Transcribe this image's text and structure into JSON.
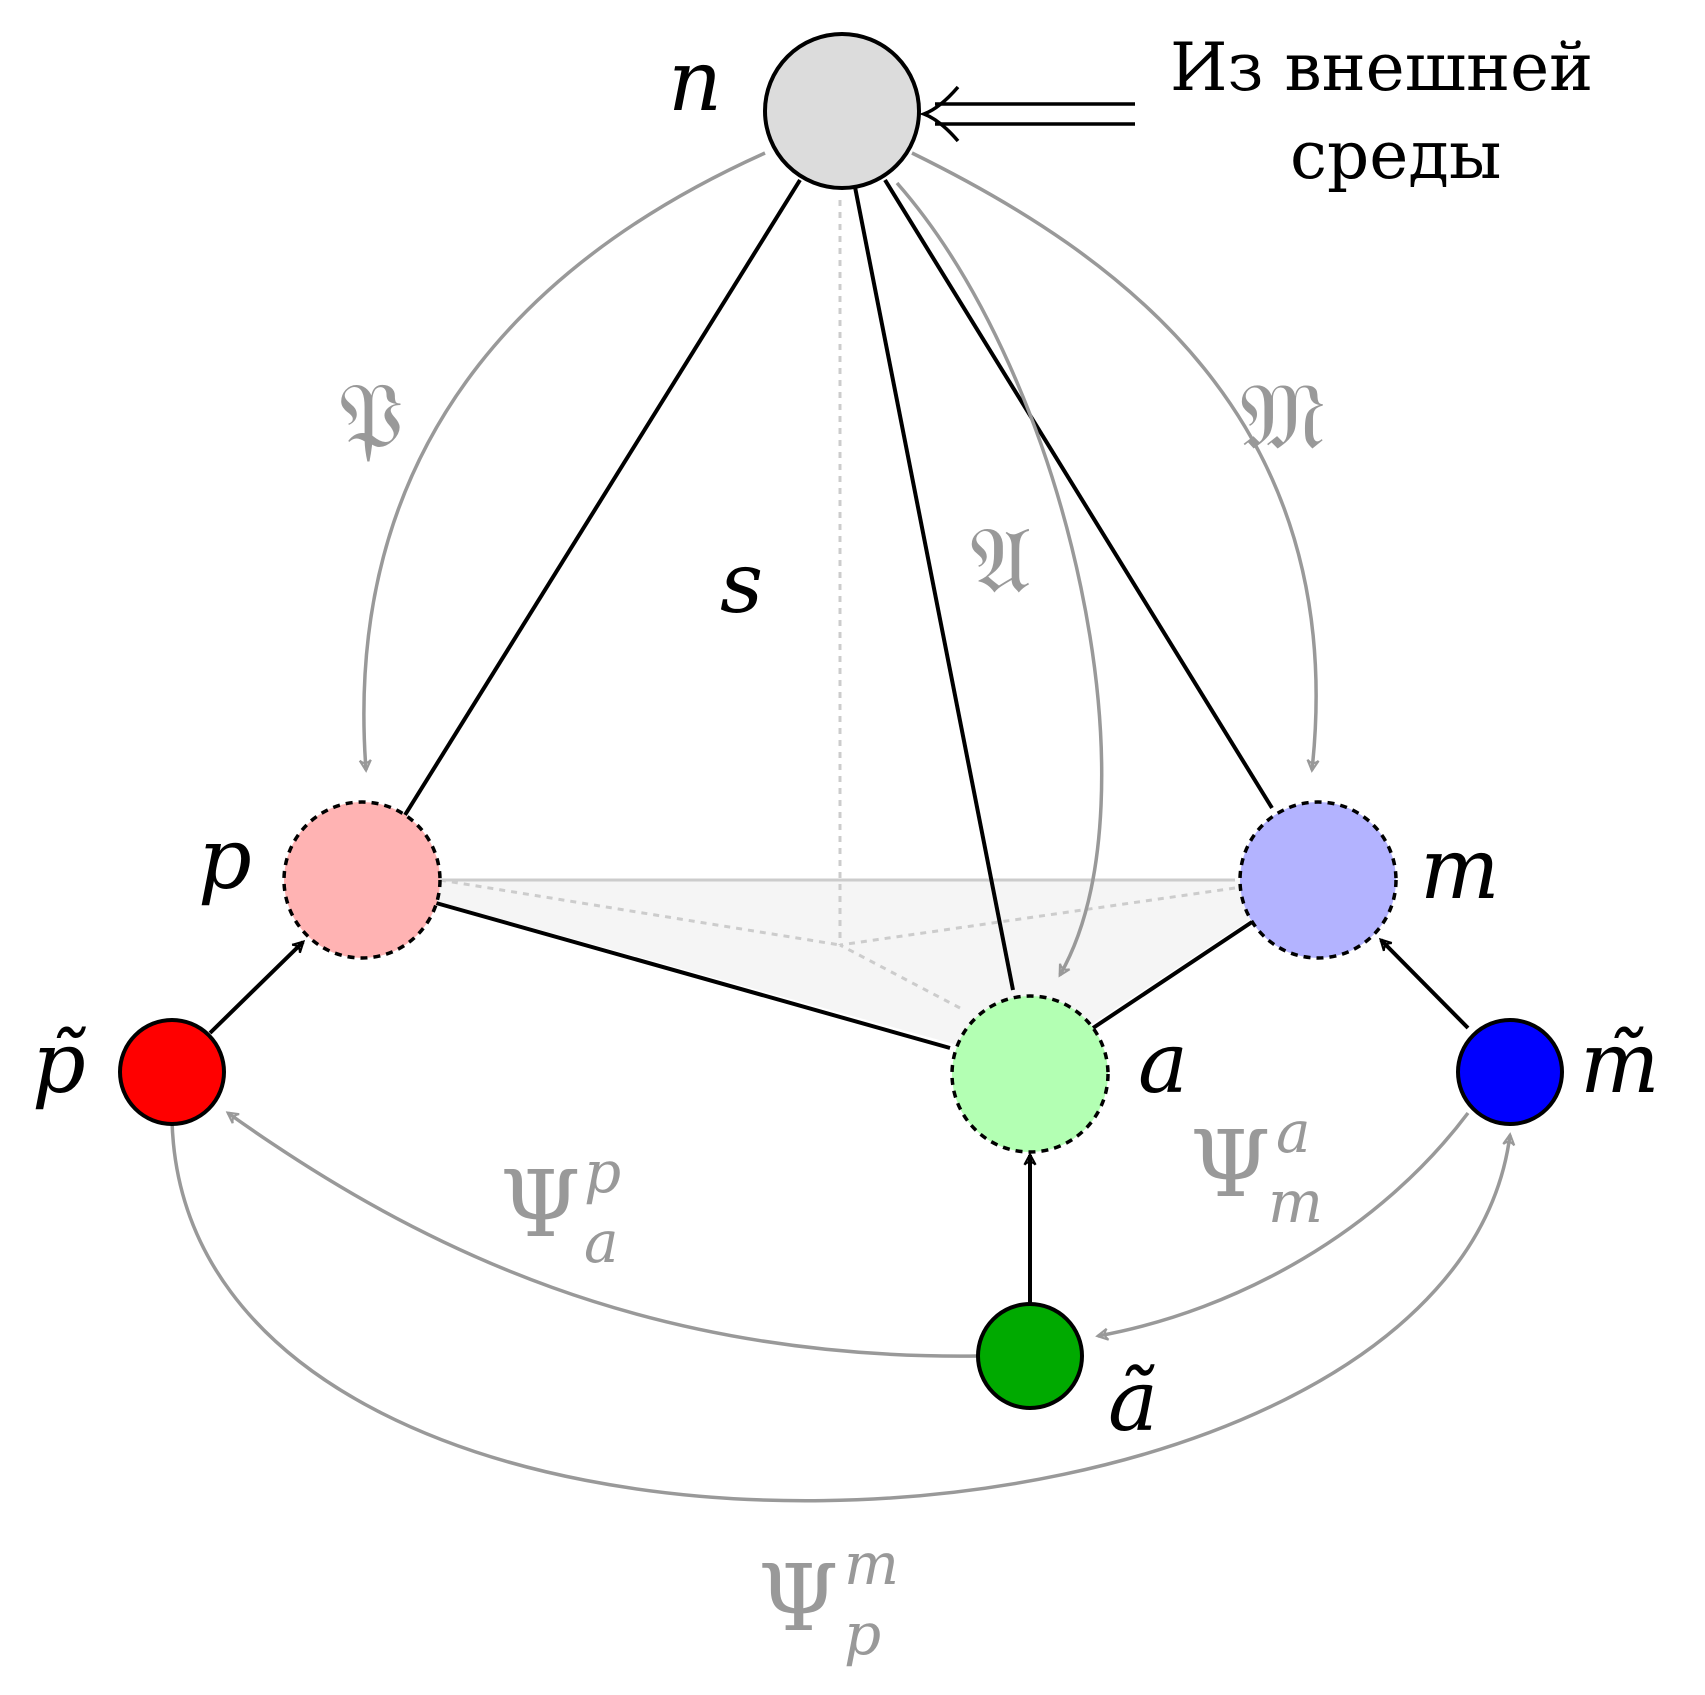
{
  "diagram": {
    "nodes": {
      "n": {
        "label": "n",
        "fill": "#dcdcdc",
        "border": "solid"
      },
      "p": {
        "label": "p",
        "fill": "#ffb3b3",
        "border": "dashed"
      },
      "m": {
        "label": "m",
        "fill": "#b3b3ff",
        "border": "dashed"
      },
      "a": {
        "label": "a",
        "fill": "#b3ffb3",
        "border": "dashed"
      },
      "p_tilde": {
        "label": "p̃",
        "fill": "#ff0000",
        "border": "solid"
      },
      "m_tilde": {
        "label": "m̃",
        "fill": "#0000ff",
        "border": "solid"
      },
      "a_tilde": {
        "label": "ã",
        "fill": "#00aa00",
        "border": "solid"
      }
    },
    "center_label": "s",
    "external_label": {
      "line1": "Из внешней",
      "line2": "среды"
    },
    "maps": {
      "P": "𝔓",
      "A": "𝔄",
      "M": "𝔐"
    },
    "transitions": {
      "psi_a_p": {
        "symbol": "Ψ",
        "sub": "a",
        "sup": "p"
      },
      "psi_m_a": {
        "symbol": "Ψ",
        "sub": "m",
        "sup": "a"
      },
      "psi_p_m": {
        "symbol": "Ψ",
        "sub": "p",
        "sup": "m"
      }
    },
    "colors": {
      "gray_arrow": "#999999",
      "edge": "#000000",
      "hidden": "#cccccc",
      "face": "#f5f5f5"
    }
  }
}
